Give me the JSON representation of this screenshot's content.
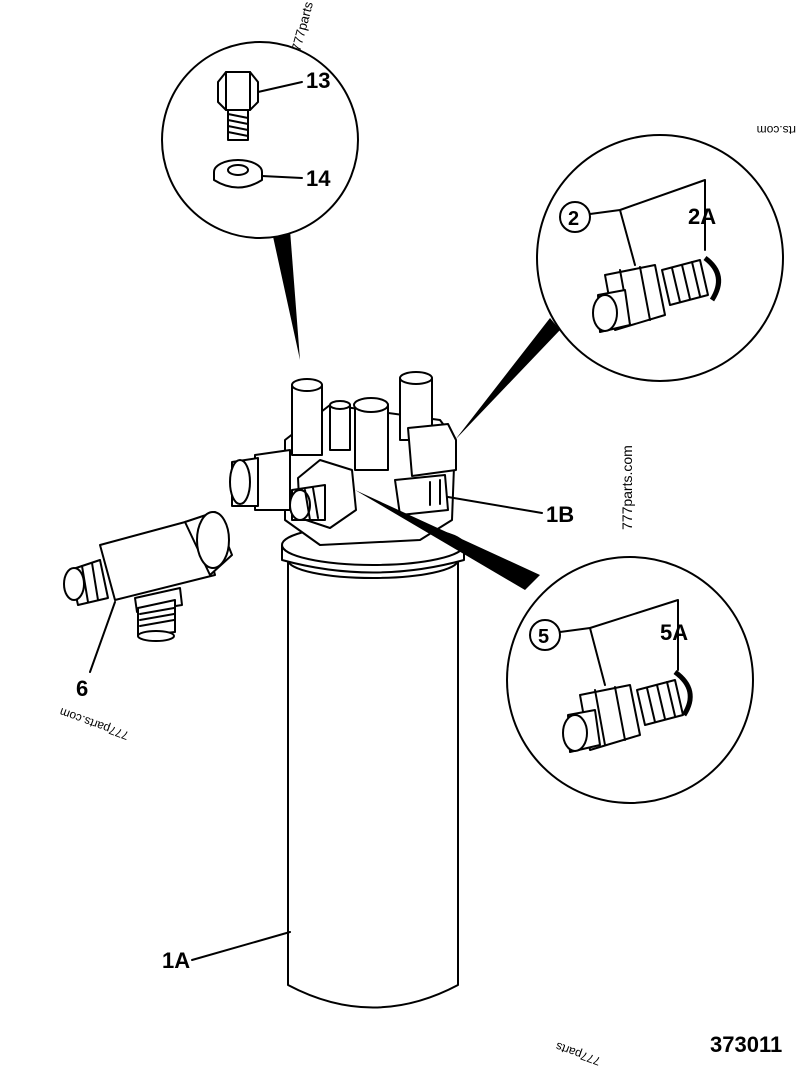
{
  "callouts": {
    "c13": "13",
    "c14": "14",
    "c2": "2",
    "c2A": "2A",
    "c1B": "1B",
    "c5": "5",
    "c5A": "5A",
    "c6": "6",
    "c1A": "1A"
  },
  "drawing_number": "373011",
  "watermarks": {
    "top": "777parts",
    "top_right": "rts.com",
    "right": "777parts.com",
    "left": "777parts.com",
    "bottom": "777parts"
  }
}
